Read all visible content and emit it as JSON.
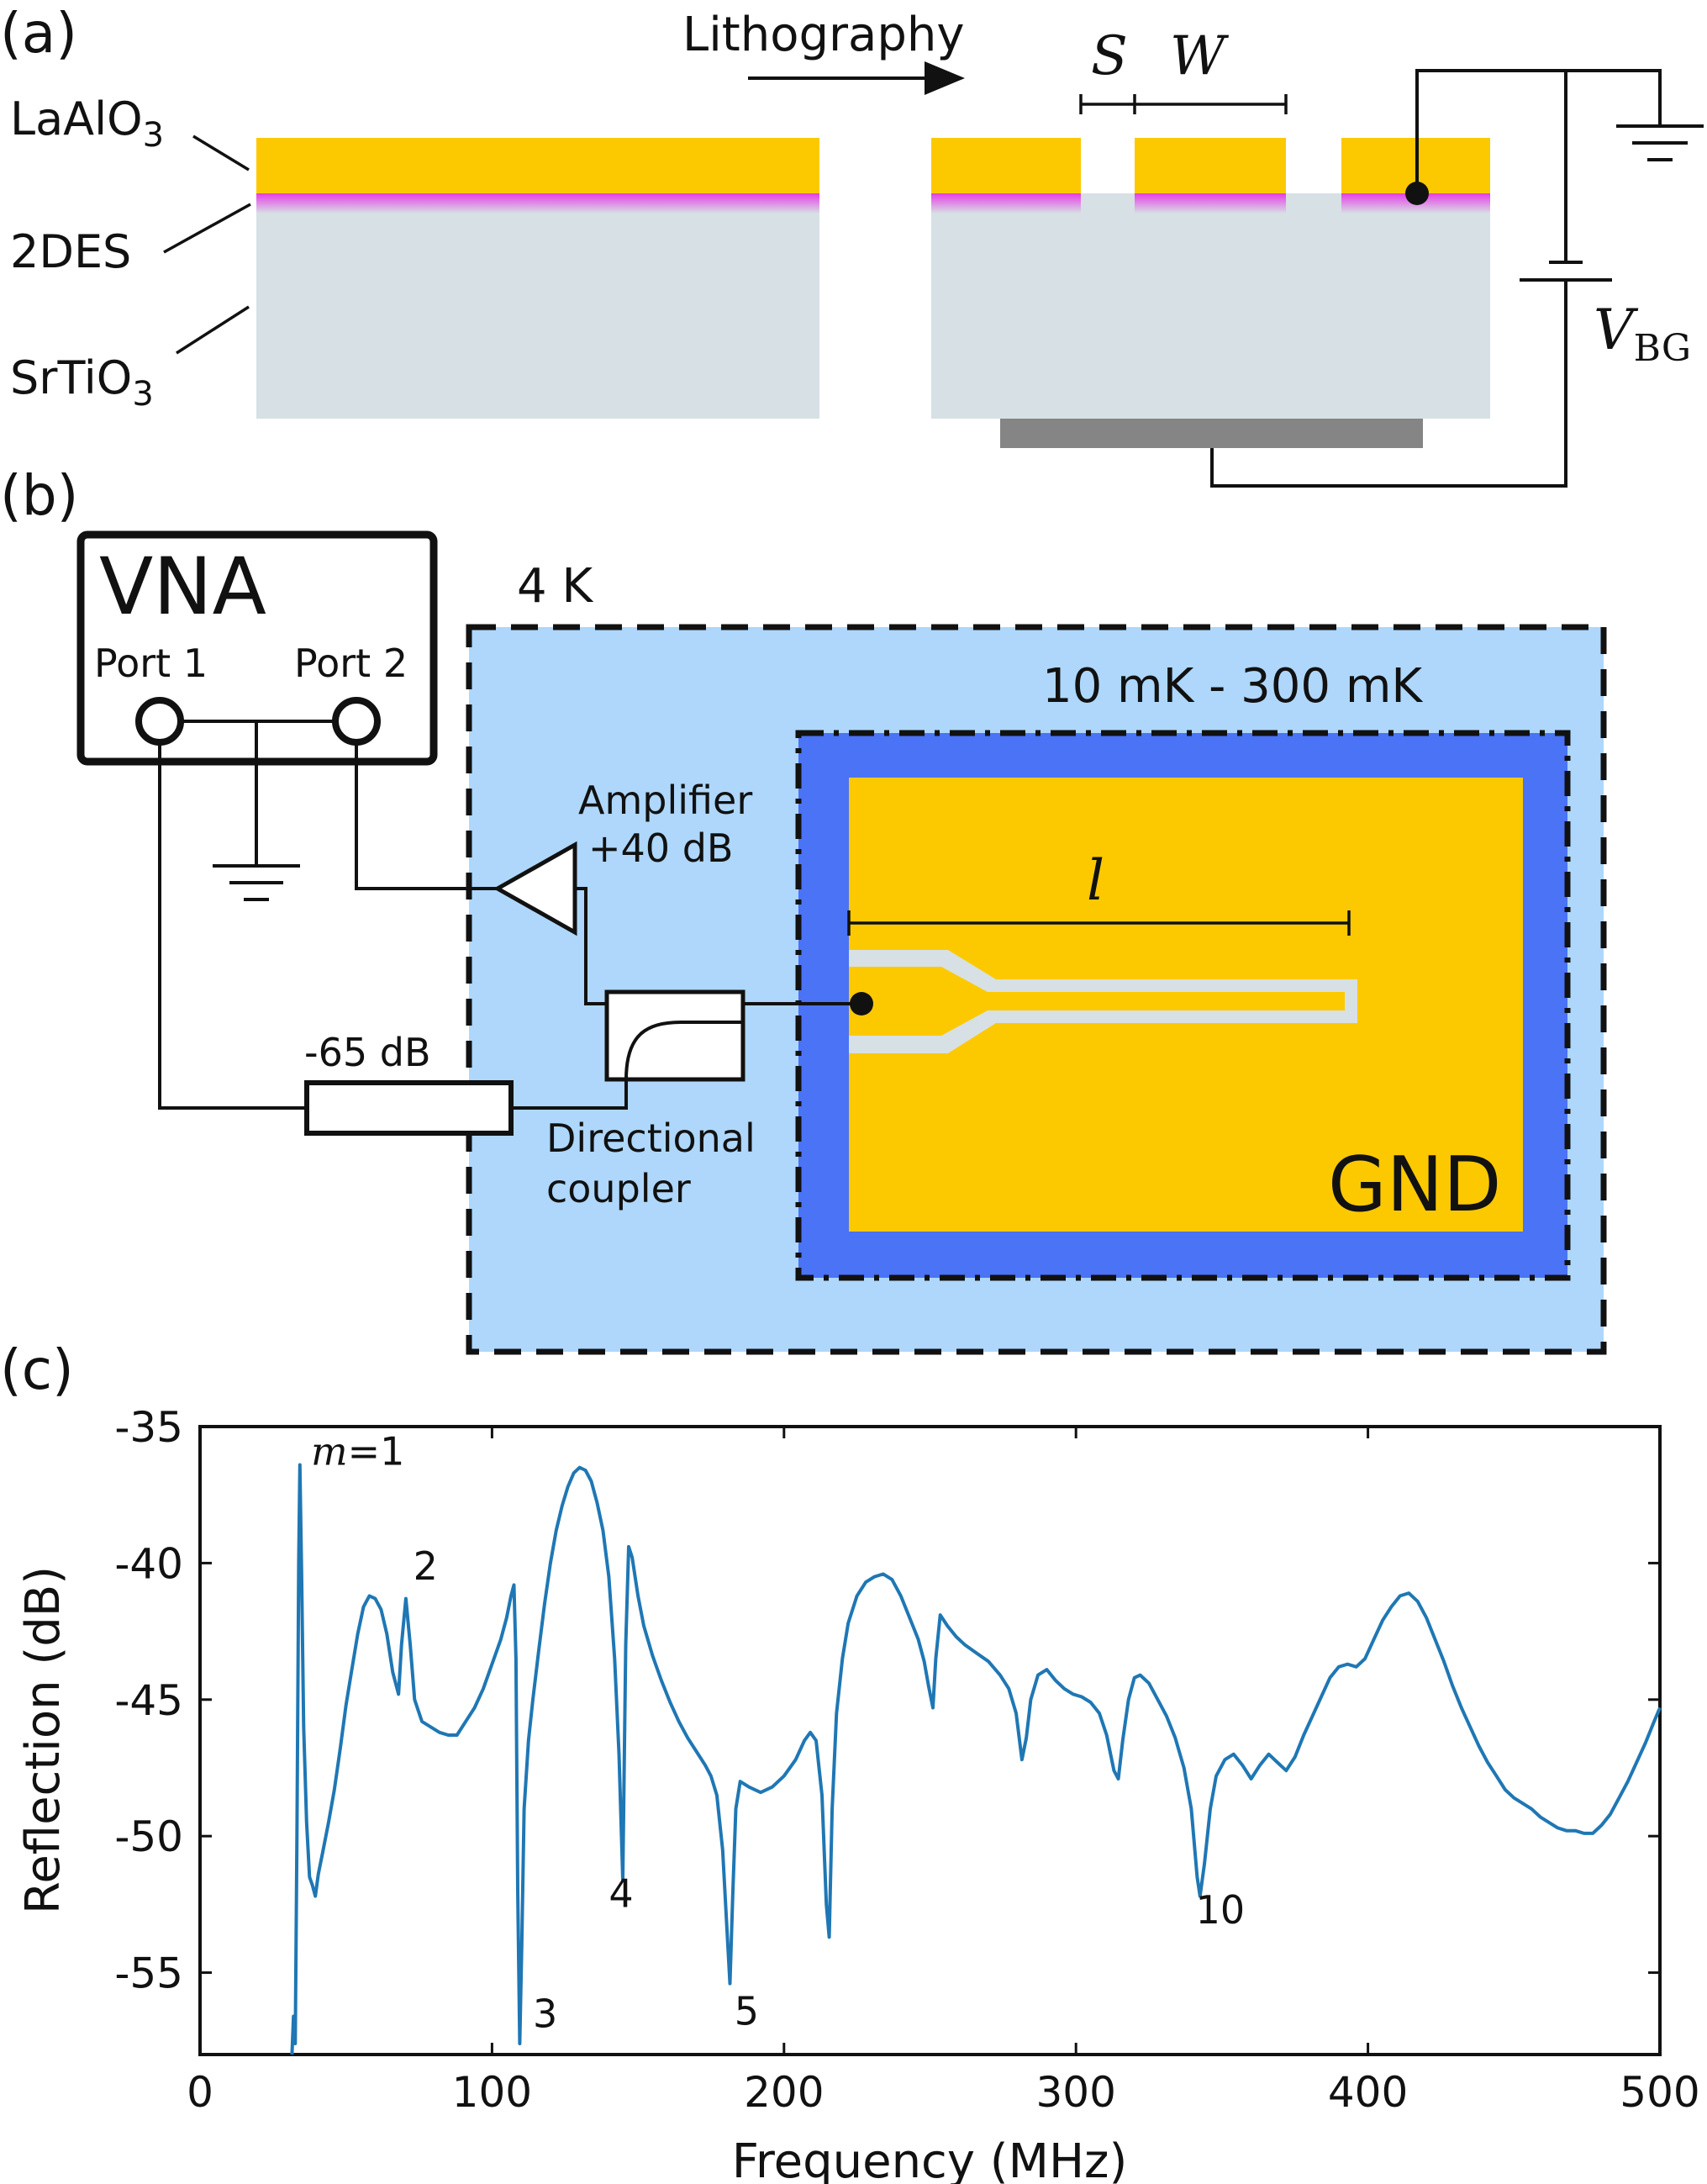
{
  "panel_a": {
    "label": "(a)",
    "lithography": "Lithography",
    "layer_top": "LaAlO",
    "layer_top_sub": "3",
    "layer_mid": "2DES",
    "layer_bottom": "SrTiO",
    "layer_bottom_sub": "3",
    "gap_label": "S",
    "width_label": "W",
    "gate_voltage": "V",
    "gate_voltage_sub": "BG"
  },
  "panel_b": {
    "label": "(b)",
    "vna": "VNA",
    "port1": "Port 1",
    "port2": "Port 2",
    "stage_4k": "4 K",
    "stage_mk": "10 mK - 300 mK",
    "amplifier": "Amplifier",
    "amplifier_gain": "+40 dB",
    "attenuator": "-65 dB",
    "coupler_line1": "Directional",
    "coupler_line2": "coupler",
    "length_label": "l",
    "ground": "GND"
  },
  "panel_c": {
    "label": "(c)"
  },
  "colors": {
    "laalo3": "#fcc900",
    "twodes": "#e63de6",
    "srtio3": "#d7e0e4",
    "gate": "#858585",
    "stage_4k": "#aed7fb",
    "stage_mk": "#4a73f6",
    "line": "#1f77b4",
    "stroke": "#111111"
  },
  "chart_data": {
    "type": "line",
    "xlabel": "Frequency (MHz)",
    "ylabel": "Reflection (dB)",
    "xlim": [
      0,
      500
    ],
    "ylim": [
      -58,
      -35
    ],
    "xticks": [
      0,
      100,
      200,
      300,
      400,
      500
    ],
    "yticks": [
      -35,
      -40,
      -45,
      -50,
      -55
    ],
    "grid": false,
    "annotations": [
      {
        "text": "m",
        "suffix": "=1",
        "x": 38,
        "y": -36.4
      },
      {
        "text": "2",
        "x": 73,
        "y": -40.6
      },
      {
        "text": "3",
        "x": 114,
        "y": -57.0
      },
      {
        "text": "4",
        "x": 140,
        "y": -52.6
      },
      {
        "text": "5",
        "x": 183,
        "y": -56.9
      },
      {
        "text": "10",
        "x": 341,
        "y": -53.2
      }
    ],
    "series": [
      {
        "values": [
          [
            31.5,
            -58.0
          ],
          [
            32.0,
            -56.6
          ],
          [
            32.6,
            -57.6
          ],
          [
            33.2,
            -50.0
          ],
          [
            33.8,
            -40.0
          ],
          [
            34.2,
            -36.4
          ],
          [
            34.8,
            -40.5
          ],
          [
            35.5,
            -46.0
          ],
          [
            36.5,
            -49.5
          ],
          [
            37.5,
            -51.5
          ],
          [
            38.5,
            -51.8
          ],
          [
            39.5,
            -52.2
          ],
          [
            40.5,
            -51.4
          ],
          [
            42,
            -50.6
          ],
          [
            44,
            -49.5
          ],
          [
            46,
            -48.3
          ],
          [
            48,
            -46.8
          ],
          [
            50,
            -45.2
          ],
          [
            52,
            -43.9
          ],
          [
            54,
            -42.6
          ],
          [
            56,
            -41.6
          ],
          [
            58,
            -41.2
          ],
          [
            60,
            -41.3
          ],
          [
            62,
            -41.7
          ],
          [
            64,
            -42.6
          ],
          [
            66,
            -44.0
          ],
          [
            68,
            -44.8
          ],
          [
            69,
            -43.0
          ],
          [
            70.5,
            -41.3
          ],
          [
            72,
            -43.0
          ],
          [
            73.5,
            -45.0
          ],
          [
            76,
            -45.8
          ],
          [
            79,
            -46.0
          ],
          [
            82,
            -46.2
          ],
          [
            85,
            -46.3
          ],
          [
            88,
            -46.3
          ],
          [
            91,
            -45.8
          ],
          [
            94,
            -45.3
          ],
          [
            97,
            -44.6
          ],
          [
            100,
            -43.7
          ],
          [
            103,
            -42.8
          ],
          [
            105,
            -42.0
          ],
          [
            106.5,
            -41.2
          ],
          [
            107.5,
            -40.8
          ],
          [
            108.2,
            -43.5
          ],
          [
            108.8,
            -52.0
          ],
          [
            109.5,
            -57.6
          ],
          [
            110.2,
            -54.0
          ],
          [
            111,
            -49.0
          ],
          [
            112.5,
            -46.5
          ],
          [
            114,
            -45.0
          ],
          [
            116,
            -43.2
          ],
          [
            118,
            -41.5
          ],
          [
            120,
            -40.0
          ],
          [
            122,
            -38.8
          ],
          [
            124,
            -37.9
          ],
          [
            126,
            -37.2
          ],
          [
            128,
            -36.7
          ],
          [
            130,
            -36.5
          ],
          [
            132,
            -36.6
          ],
          [
            134,
            -37.0
          ],
          [
            136,
            -37.8
          ],
          [
            138,
            -38.8
          ],
          [
            140,
            -40.5
          ],
          [
            142,
            -43.5
          ],
          [
            143.5,
            -47.0
          ],
          [
            144.8,
            -51.6
          ],
          [
            145.8,
            -43.0
          ],
          [
            146.8,
            -39.4
          ],
          [
            148,
            -39.8
          ],
          [
            150,
            -41.2
          ],
          [
            152,
            -42.3
          ],
          [
            155,
            -43.4
          ],
          [
            158,
            -44.3
          ],
          [
            161,
            -45.1
          ],
          [
            164,
            -45.8
          ],
          [
            167,
            -46.4
          ],
          [
            170,
            -46.9
          ],
          [
            173,
            -47.4
          ],
          [
            175,
            -47.8
          ],
          [
            177,
            -48.5
          ],
          [
            179,
            -50.5
          ],
          [
            180.5,
            -53.5
          ],
          [
            181.5,
            -55.4
          ],
          [
            182.5,
            -52.0
          ],
          [
            183.5,
            -49.0
          ],
          [
            185,
            -48.0
          ],
          [
            188,
            -48.2
          ],
          [
            192,
            -48.4
          ],
          [
            196,
            -48.2
          ],
          [
            200,
            -47.8
          ],
          [
            204,
            -47.2
          ],
          [
            207,
            -46.5
          ],
          [
            209,
            -46.2
          ],
          [
            211,
            -46.5
          ],
          [
            213,
            -48.5
          ],
          [
            214.5,
            -52.5
          ],
          [
            215.5,
            -53.7
          ],
          [
            216.5,
            -49.0
          ],
          [
            218,
            -45.5
          ],
          [
            220,
            -43.5
          ],
          [
            222,
            -42.2
          ],
          [
            225,
            -41.2
          ],
          [
            228,
            -40.7
          ],
          [
            231,
            -40.5
          ],
          [
            234,
            -40.4
          ],
          [
            237,
            -40.6
          ],
          [
            240,
            -41.2
          ],
          [
            243,
            -42.0
          ],
          [
            246,
            -42.8
          ],
          [
            248,
            -43.6
          ],
          [
            249.5,
            -44.5
          ],
          [
            251,
            -45.3
          ],
          [
            252,
            -43.5
          ],
          [
            253.5,
            -41.9
          ],
          [
            256,
            -42.3
          ],
          [
            259,
            -42.7
          ],
          [
            262,
            -43.0
          ],
          [
            266,
            -43.3
          ],
          [
            270,
            -43.6
          ],
          [
            274,
            -44.1
          ],
          [
            277,
            -44.6
          ],
          [
            279.5,
            -45.5
          ],
          [
            281.5,
            -47.2
          ],
          [
            283,
            -46.4
          ],
          [
            284.5,
            -45.0
          ],
          [
            287,
            -44.1
          ],
          [
            290,
            -43.9
          ],
          [
            293,
            -44.3
          ],
          [
            296,
            -44.6
          ],
          [
            299,
            -44.8
          ],
          [
            302,
            -44.9
          ],
          [
            305,
            -45.1
          ],
          [
            308,
            -45.5
          ],
          [
            310.5,
            -46.3
          ],
          [
            313,
            -47.6
          ],
          [
            314.5,
            -47.9
          ],
          [
            316,
            -46.5
          ],
          [
            318,
            -45.0
          ],
          [
            320,
            -44.2
          ],
          [
            322,
            -44.1
          ],
          [
            325,
            -44.4
          ],
          [
            328,
            -45.0
          ],
          [
            331,
            -45.6
          ],
          [
            334,
            -46.4
          ],
          [
            337,
            -47.5
          ],
          [
            339.5,
            -49.0
          ],
          [
            341.5,
            -51.5
          ],
          [
            342.5,
            -52.2
          ],
          [
            344,
            -51.0
          ],
          [
            346,
            -49.0
          ],
          [
            348,
            -47.8
          ],
          [
            351,
            -47.2
          ],
          [
            354,
            -47.0
          ],
          [
            357,
            -47.4
          ],
          [
            360,
            -47.9
          ],
          [
            363,
            -47.4
          ],
          [
            366,
            -47.0
          ],
          [
            369,
            -47.3
          ],
          [
            372,
            -47.6
          ],
          [
            375,
            -47.1
          ],
          [
            378,
            -46.3
          ],
          [
            381,
            -45.6
          ],
          [
            384,
            -44.9
          ],
          [
            387,
            -44.2
          ],
          [
            390,
            -43.8
          ],
          [
            393,
            -43.7
          ],
          [
            396,
            -43.8
          ],
          [
            399,
            -43.5
          ],
          [
            402,
            -42.8
          ],
          [
            405,
            -42.1
          ],
          [
            408,
            -41.6
          ],
          [
            411,
            -41.2
          ],
          [
            414,
            -41.1
          ],
          [
            417,
            -41.4
          ],
          [
            420,
            -42.0
          ],
          [
            423,
            -42.8
          ],
          [
            426,
            -43.6
          ],
          [
            429,
            -44.5
          ],
          [
            432,
            -45.3
          ],
          [
            435,
            -46.0
          ],
          [
            438,
            -46.7
          ],
          [
            441,
            -47.3
          ],
          [
            444,
            -47.8
          ],
          [
            447,
            -48.3
          ],
          [
            450,
            -48.6
          ],
          [
            453,
            -48.8
          ],
          [
            456,
            -49.0
          ],
          [
            459,
            -49.3
          ],
          [
            462,
            -49.5
          ],
          [
            465,
            -49.7
          ],
          [
            468,
            -49.8
          ],
          [
            471,
            -49.8
          ],
          [
            474,
            -49.9
          ],
          [
            477,
            -49.9
          ],
          [
            480,
            -49.6
          ],
          [
            483,
            -49.2
          ],
          [
            486,
            -48.6
          ],
          [
            489,
            -48.0
          ],
          [
            492,
            -47.3
          ],
          [
            495,
            -46.6
          ],
          [
            498,
            -45.8
          ],
          [
            500,
            -45.3
          ]
        ]
      }
    ]
  }
}
